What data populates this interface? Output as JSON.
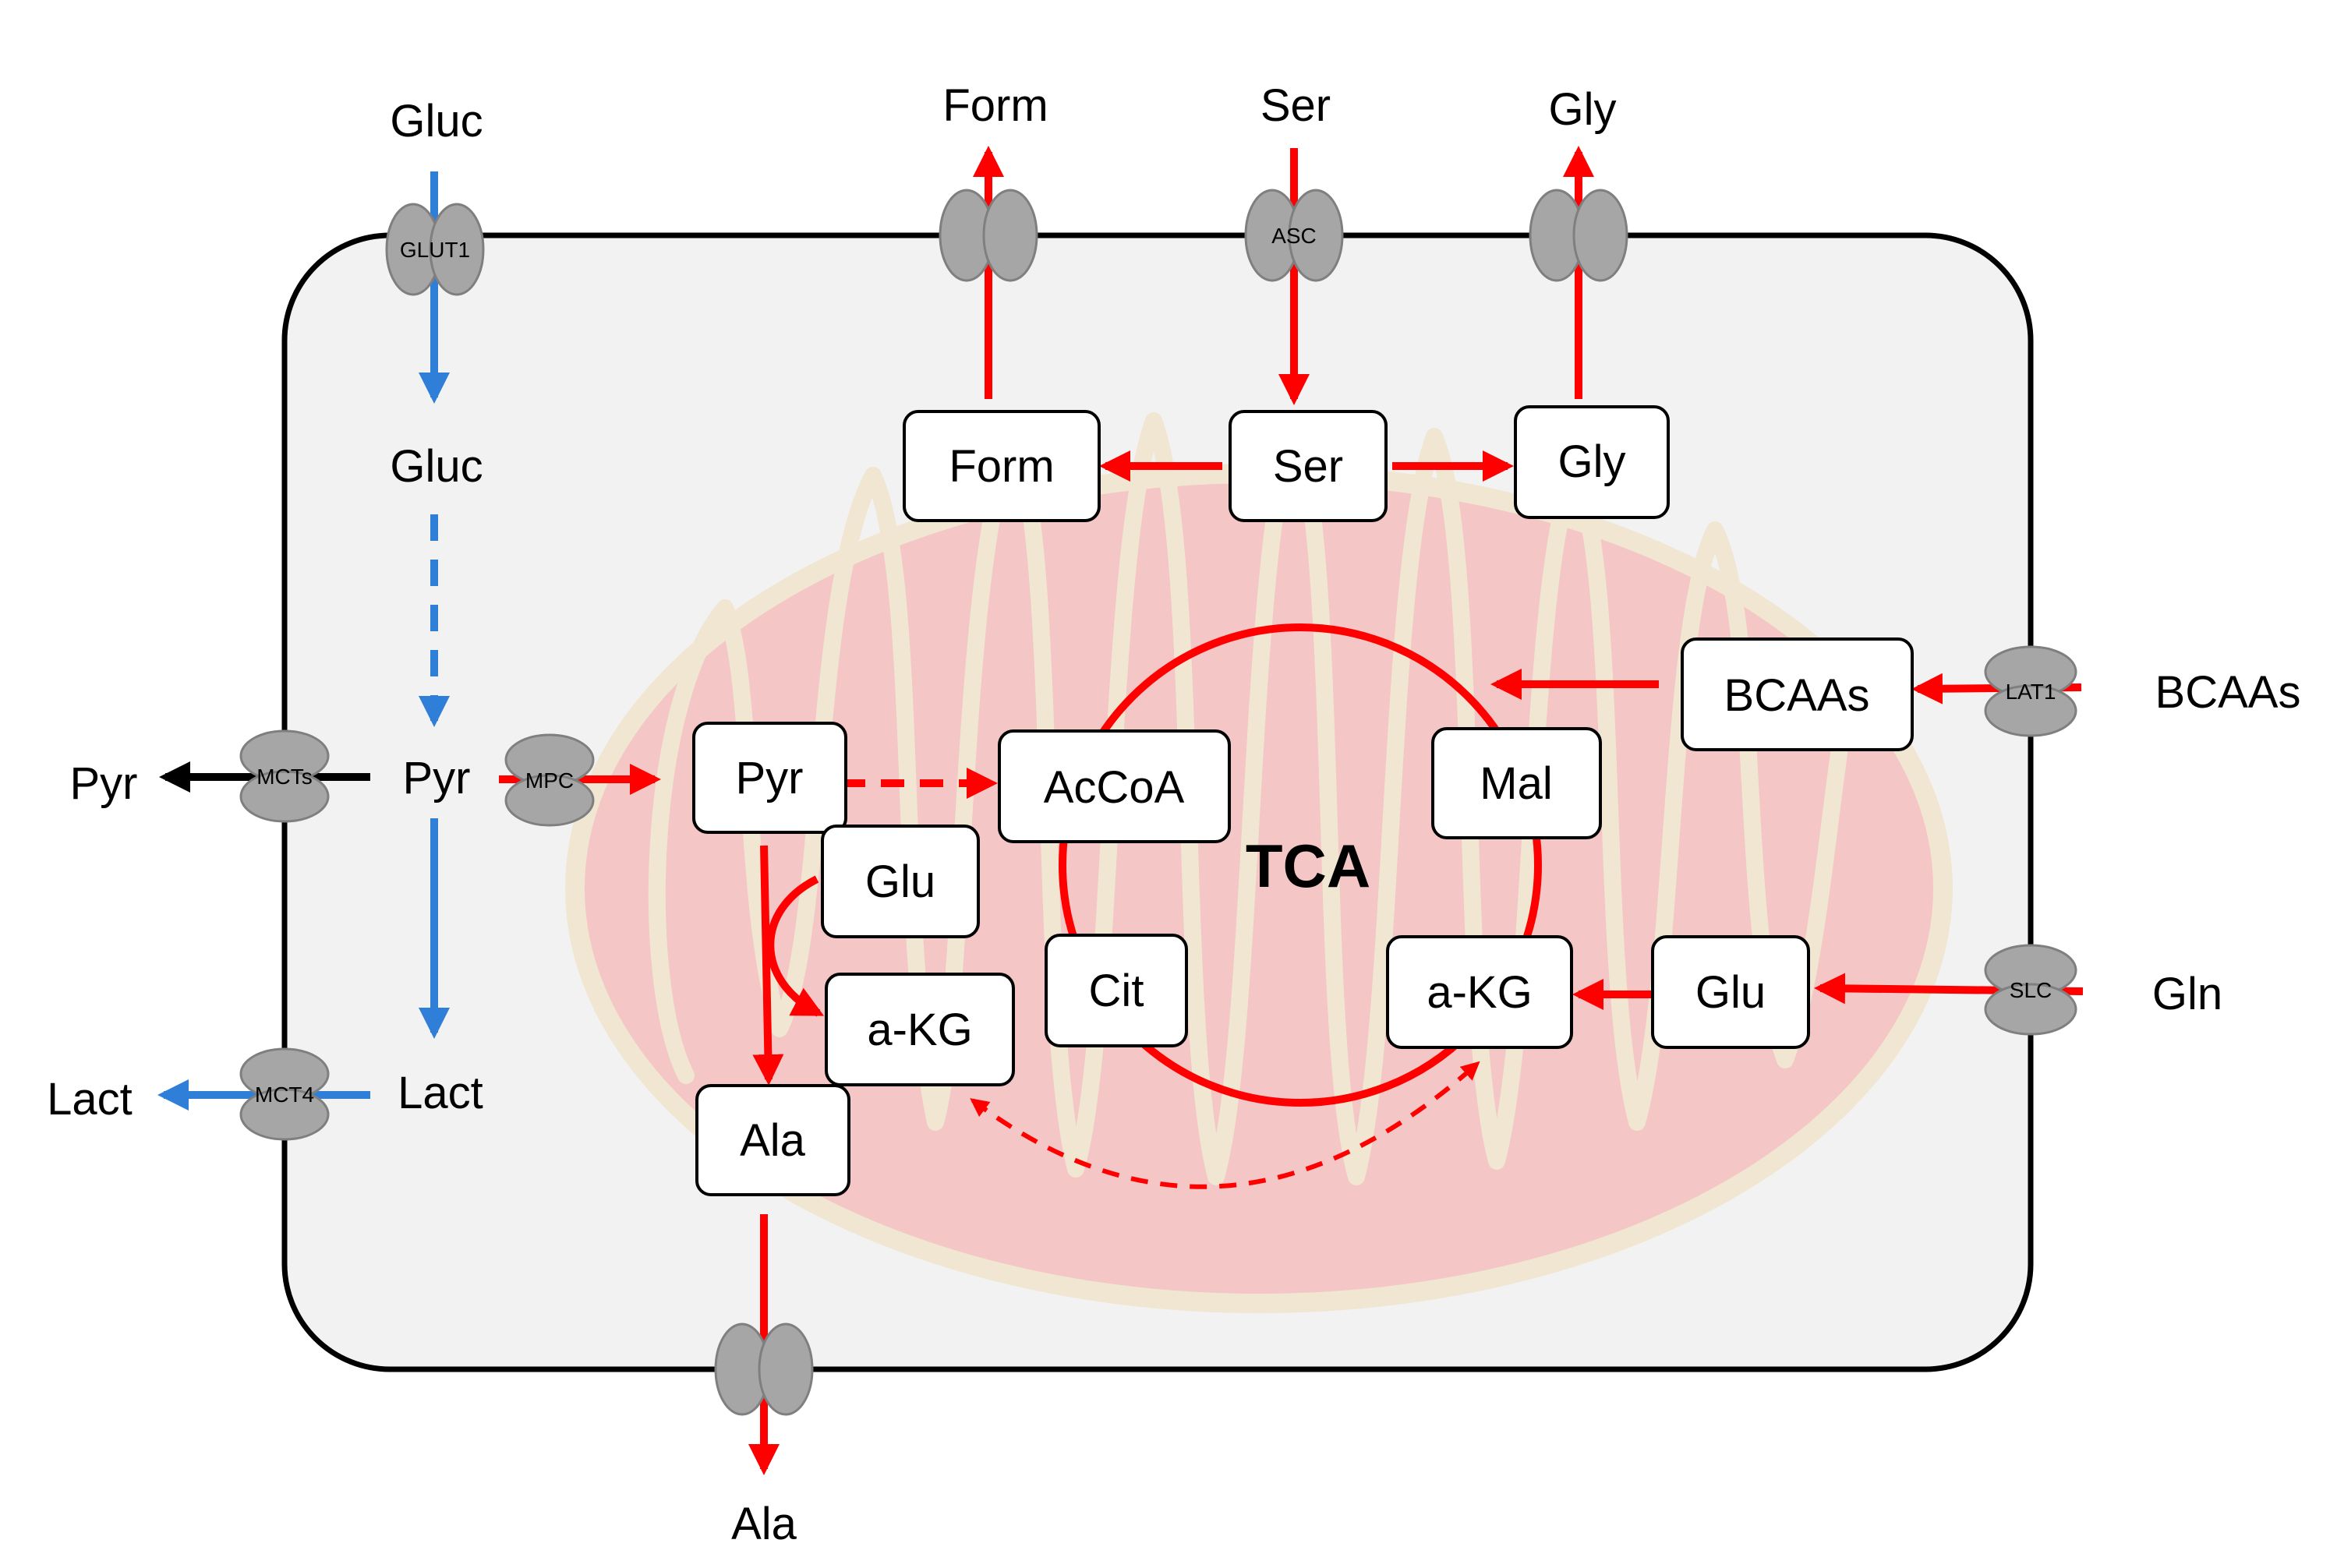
{
  "colors": {
    "red": "#ff0000",
    "blue": "#2f7ed8",
    "black": "#000000",
    "cell_fill": "#f2f2f2",
    "mito_fill": "#f4c6c6",
    "cristae": "#f0e6d2",
    "transporter": "#a6a6a6"
  },
  "outside": {
    "gluc": "Gluc",
    "form": "Form",
    "ser": "Ser",
    "gly": "Gly",
    "bcaas": "BCAAs",
    "gln": "Gln",
    "pyr": "Pyr",
    "lact": "Lact",
    "ala": "Ala"
  },
  "cytosol": {
    "gluc": "Gluc",
    "pyr": "Pyr",
    "lact": "Lact"
  },
  "transporters": {
    "glut1": "GLUT1",
    "asc": "ASC",
    "lat1": "LAT1",
    "slc": "SLC",
    "mcts": "MCTs",
    "mct4": "MCT4",
    "mpc": "MPC"
  },
  "boxes": {
    "form": "Form",
    "ser": "Ser",
    "gly": "Gly",
    "bcaas": "BCAAs",
    "pyr": "Pyr",
    "accoa": "AcCoA",
    "mal": "Mal",
    "glu_left": "Glu",
    "akg_left": "a-KG",
    "ala": "Ala",
    "cit": "Cit",
    "akg_right": "a-KG",
    "glu_right": "Glu"
  },
  "tca_label": "TCA"
}
